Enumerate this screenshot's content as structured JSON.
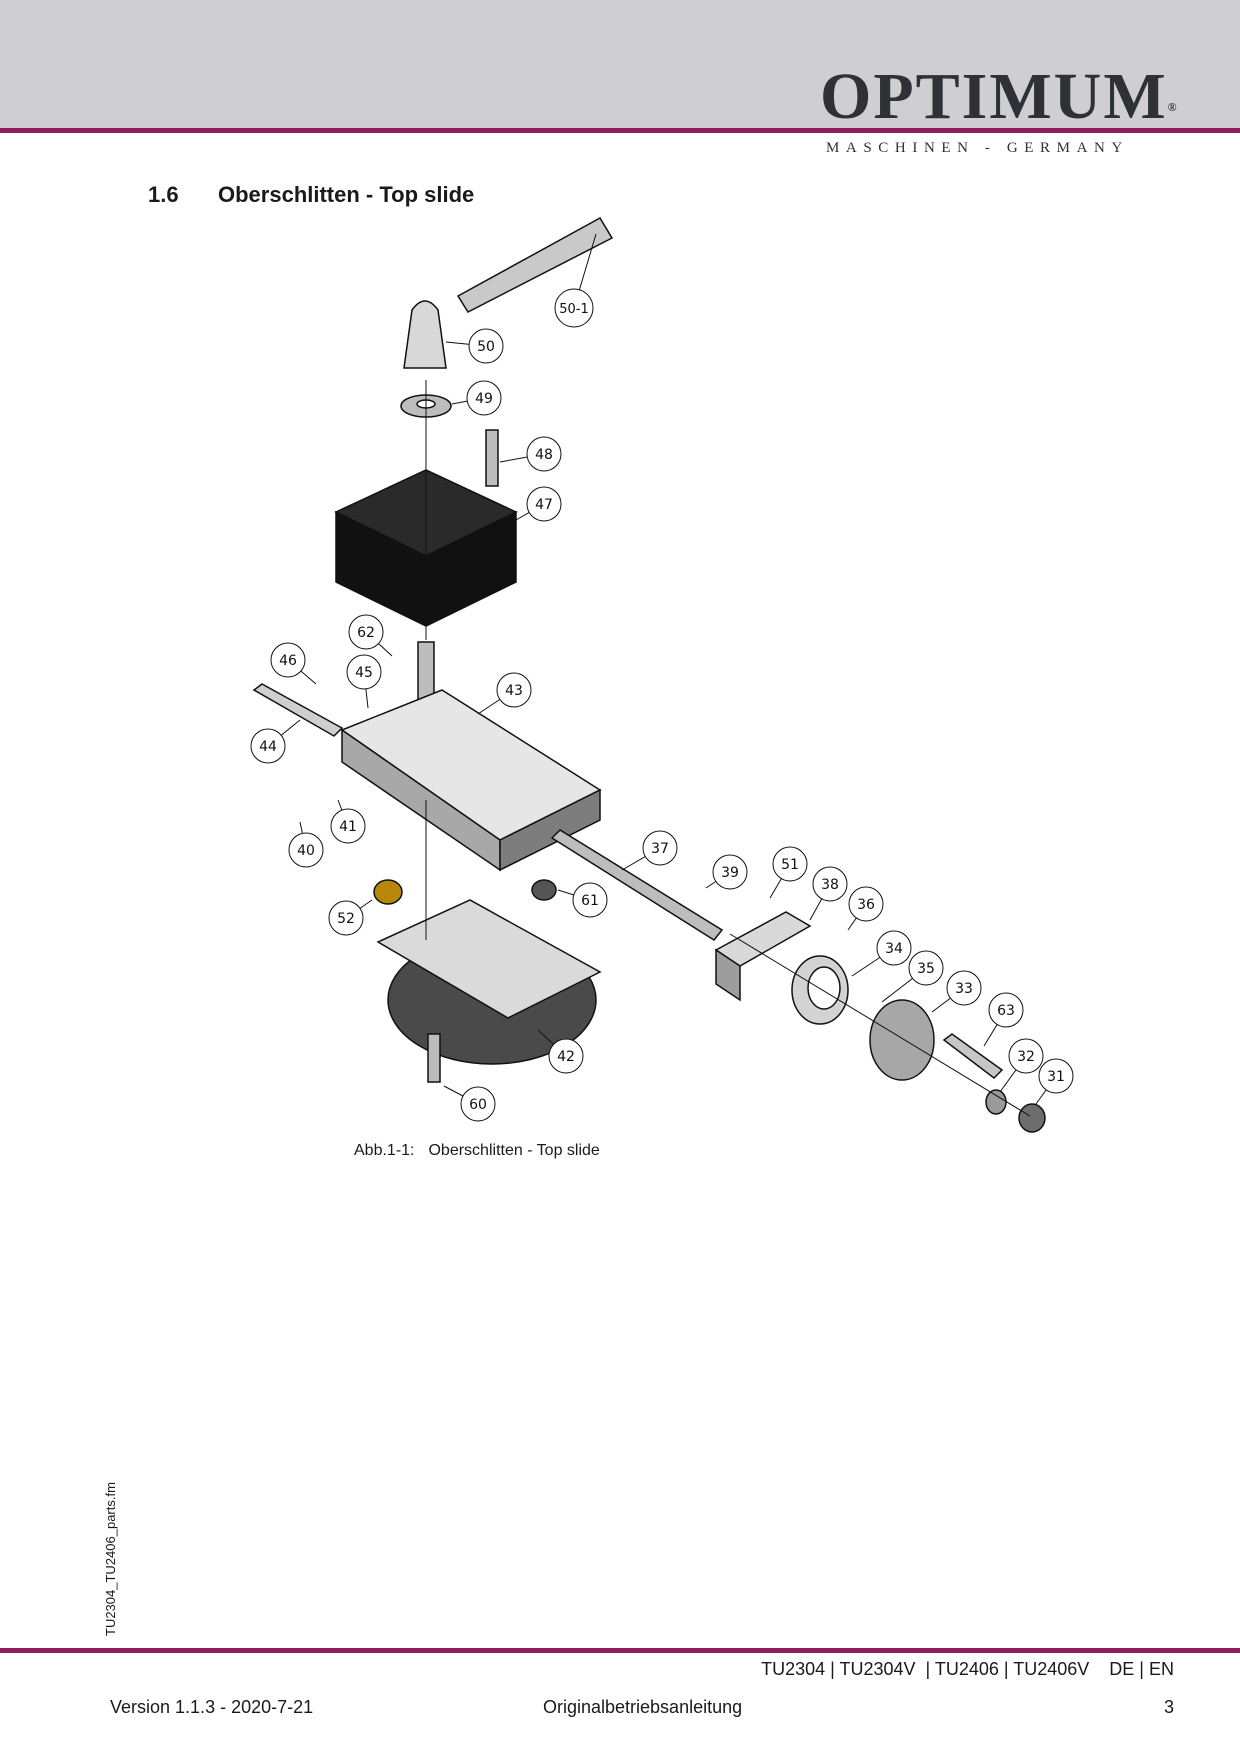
{
  "header": {
    "brand": "OPTIMUM",
    "registered_mark": "®",
    "tagline": "MASCHINEN - GERMANY"
  },
  "section": {
    "number": "1.6",
    "title": "Oberschlitten - Top slide"
  },
  "figure": {
    "part_labels": [
      "50-1",
      "50",
      "49",
      "48",
      "47",
      "62",
      "46",
      "45",
      "43",
      "44",
      "40",
      "41",
      "37",
      "39",
      "51",
      "38",
      "36",
      "34",
      "35",
      "33",
      "63",
      "32",
      "31",
      "52",
      "61",
      "42",
      "60"
    ],
    "caption_label": "Abb.1-1:",
    "caption_text": "Oberschlitten - Top slide"
  },
  "sidebar": {
    "filename": "TU2304_TU2406_parts.fm"
  },
  "footer": {
    "models": "TU2304 | TU2304V  | TU2406 | TU2406V    DE | EN",
    "version": "Version 1.1.3 - 2020-7-21",
    "doc_title": "Originalbetriebsanleitung",
    "page": "3"
  },
  "colors": {
    "accent": "#8a1f5c",
    "header_band": "#cfcfd1",
    "logo": "#2e3236"
  }
}
